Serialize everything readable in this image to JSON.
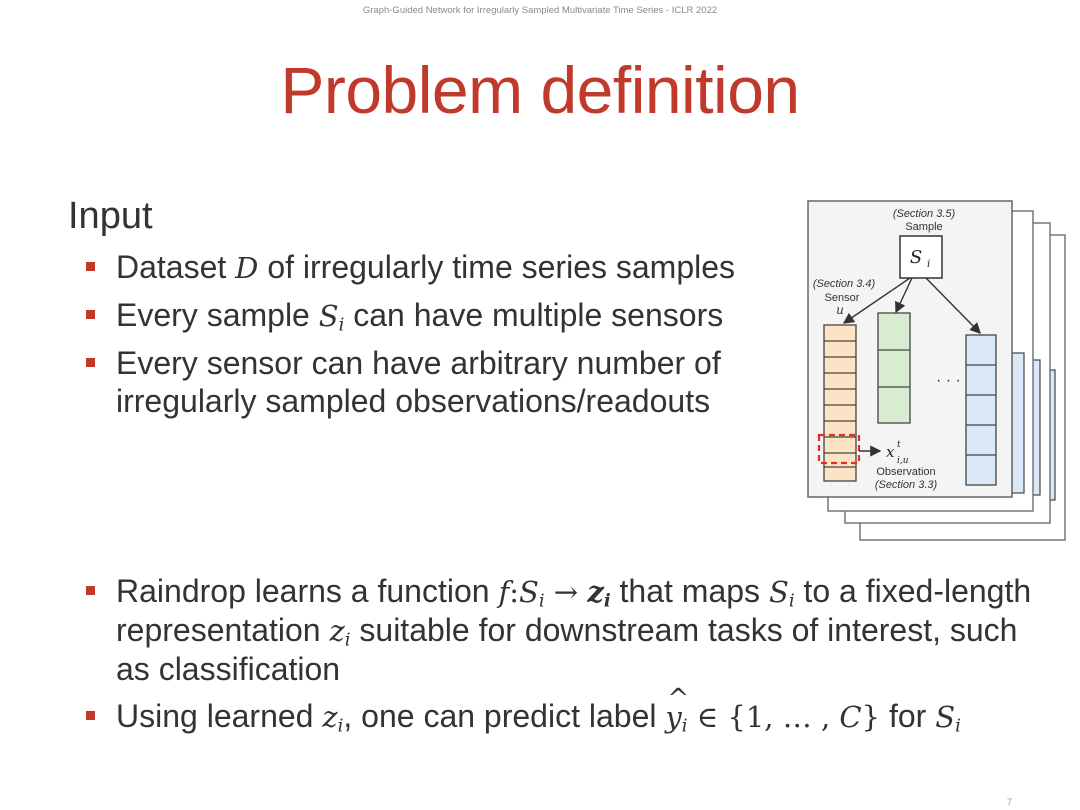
{
  "header": "Graph-Guided Network for Irregularly Sampled Multivariate Time Series - ICLR 2022",
  "title": "Problem definition",
  "input_heading": "Input",
  "input_bullets": [
    {
      "pre": "Dataset ",
      "sym": "D",
      "post": " of irregularly time series samples"
    },
    {
      "pre": "Every sample ",
      "sym": "S",
      "sub": "i",
      "post": " can have multiple sensors"
    },
    {
      "text": "Every sensor can have arbitrary number of irregularly sampled observations/readouts"
    }
  ],
  "output_bullets": {
    "b1": {
      "t1": "Raindrop learns a function ",
      "f": "f",
      "colon": ":",
      "S": "S",
      "i": "i",
      "arrow": " → ",
      "z": "z",
      "t2": " that maps ",
      "t3": " to a fixed-length representation ",
      "t4": " suitable for downstream tasks of interest, such as classification"
    },
    "b2": {
      "t1": "Using learned ",
      "t2": ", one can predict label ",
      "y": "y",
      "set": " ∈ {1, … , ",
      "C": "C",
      "close": "}",
      "t3": " for "
    }
  },
  "diagram": {
    "sample_section": "(Section 3.5)",
    "sample_label": "Sample",
    "sample_symbol": "S",
    "sample_sub": "i",
    "sensor_section": "(Section 3.4)",
    "sensor_label": "Sensor",
    "sensor_symbol": "u",
    "ellipsis": "· · ·",
    "obs_symbol": "x",
    "obs_sup": "t",
    "obs_sub": "i,u",
    "obs_label": "Observation",
    "obs_section": "(Section 3.3)"
  },
  "page_number": "7",
  "colors": {
    "title": "#c0392b",
    "bullet": "#c0392b",
    "sensor1": "#fbe3c3",
    "sensor2": "#d8ecd2",
    "sensor3": "#dbe8f7",
    "highlight": "#e0302a"
  }
}
